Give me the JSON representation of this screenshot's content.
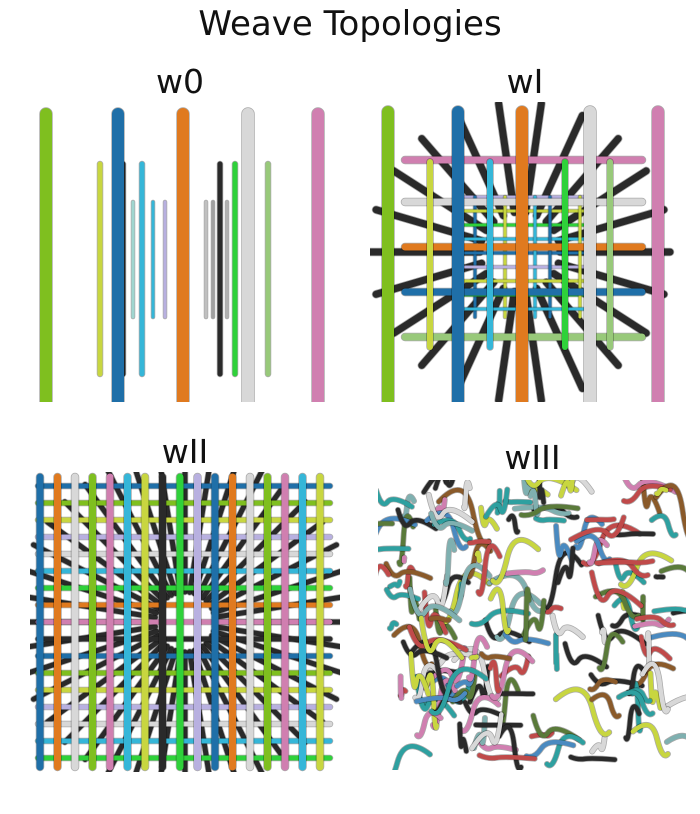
{
  "figure": {
    "title": "Weave Topologies"
  },
  "panels": [
    {
      "id": "w0",
      "title": "w0"
    },
    {
      "id": "wI",
      "title": "wI"
    },
    {
      "id": "wII",
      "title": "wII"
    },
    {
      "id": "wIII",
      "title": "wIII"
    }
  ],
  "colors": {
    "green": "#7fbf1f",
    "blue": "#1f6fa8",
    "orange": "#e07a1f",
    "grey": "#d8d8d8",
    "pink": "#d07fb0",
    "yellow": "#c8d640",
    "cyan": "#35b6d8",
    "lime": "#2fd13a",
    "black": "#2a2a2a",
    "lightgreen": "#98c97a",
    "lavender": "#b8b0e0",
    "teal": "#2ea0a0",
    "brown": "#8a5a2a"
  }
}
